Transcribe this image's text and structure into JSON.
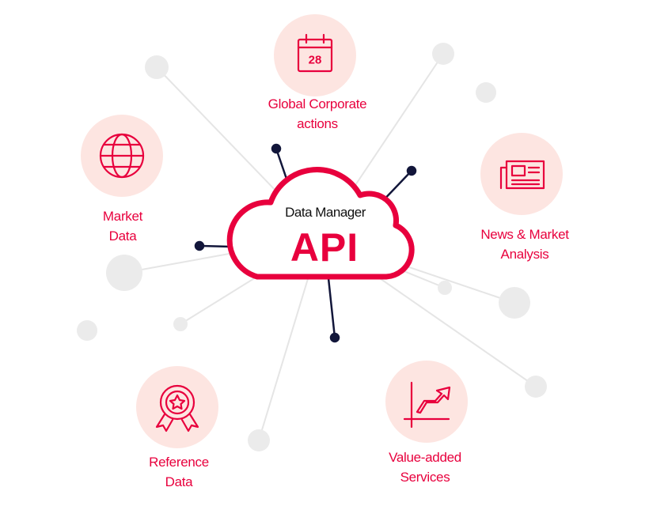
{
  "center": {
    "subtitle": "Data Manager",
    "title": "API"
  },
  "nodes": [
    {
      "id": "global-corporate-actions",
      "line1": "Global Corporate",
      "line2": "actions",
      "icon": "calendar-icon",
      "icon_text": "28"
    },
    {
      "id": "market-data",
      "line1": "Market",
      "line2": "Data",
      "icon": "globe-icon"
    },
    {
      "id": "news-market-analysis",
      "line1": "News & Market",
      "line2": "Analysis",
      "icon": "newspaper-icon"
    },
    {
      "id": "reference-data",
      "line1": "Reference",
      "line2": "Data",
      "icon": "award-icon"
    },
    {
      "id": "value-added-services",
      "line1": "Value-added",
      "line2": "Services",
      "icon": "growth-chart-icon"
    }
  ],
  "colors": {
    "accent": "#e8003d",
    "circle": "#fde5e1",
    "line": "#e5e5e5",
    "dot": "#ebebeb",
    "navy": "#12163a"
  }
}
